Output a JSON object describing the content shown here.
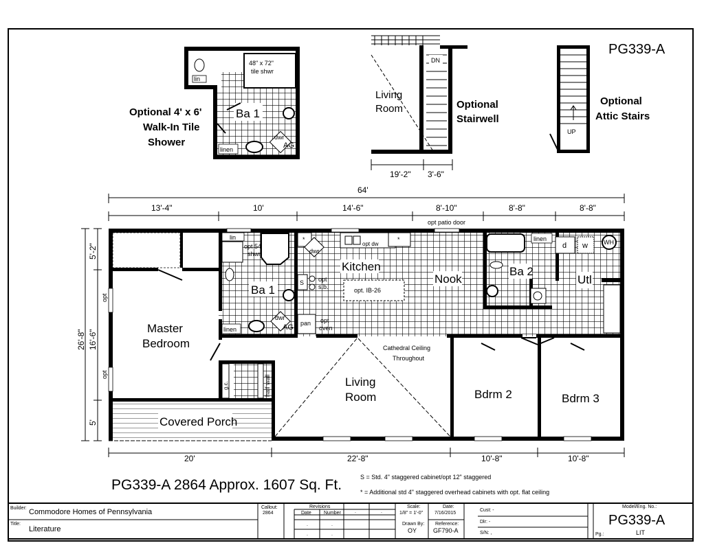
{
  "plan": {
    "model_header": "PG339-A",
    "title_line": "PG339-A 2864  Approx. 1607 Sq. Ft.",
    "notes": [
      "S = Std. 4\" staggered cabinet/opt 12\" staggered",
      "* = Additional std 4\" staggered overhead cabinets with opt. flat ceiling"
    ],
    "overall_width": "64'",
    "top_dimensions": [
      "13'-4\"",
      "10'",
      "14'-6\"",
      "8'-10\"",
      "8'-8\"",
      "8'-8\""
    ],
    "bottom_dimensions": [
      "20'",
      "22'-8\"",
      "10'-8\"",
      "10'-8\""
    ],
    "left_overall": "26'-8\"",
    "left_dimensions": [
      "5'-2\"",
      "16'-6\"",
      "5'"
    ],
    "rooms": {
      "master_bedroom": [
        "Master",
        "Bedroom"
      ],
      "bath1": "Ba 1",
      "kitchen": "Kitchen",
      "nook": "Nook",
      "bath2": "Ba 2",
      "utility": "Utl",
      "living_room": [
        "Living",
        "Room"
      ],
      "bedroom2": "Bdrm 2",
      "bedroom3": "Bdrm 3",
      "covered_porch": "Covered Porch"
    },
    "annotations": {
      "opt_patio_door": "opt patio door",
      "cathedral": [
        "Cathedral Ceiling",
        "Throughout"
      ],
      "opt_shower": [
        "opt 54\"",
        "shwr"
      ],
      "lin": "lin",
      "linen": "linen",
      "dwr": "dwr",
      "ag": "AG",
      "opt_dw": "opt dw",
      "s": "S",
      "opt_sb": [
        "opt",
        "s.b."
      ],
      "pan": "pan",
      "opt_oven": [
        "opt",
        "oven"
      ],
      "island": "opt. IB-26",
      "star": "*",
      "dryer": "d",
      "washer": "w",
      "water_heater": "WH",
      "opt": "opt",
      "gc": "g.c.",
      "half_wall": "half wall"
    }
  },
  "insets": {
    "shower": {
      "label": [
        "Optional 4' x 6'",
        "Walk-In Tile",
        "Shower"
      ],
      "tile_shower": [
        "48\" x 72\"",
        "tile shwr"
      ],
      "room": "Ba 1",
      "lin": "lin",
      "linen": "linen",
      "dwr": "dwr",
      "ag": "AG"
    },
    "stairwell": {
      "label": [
        "Optional",
        "Stairwell"
      ],
      "room": [
        "Living",
        "Room"
      ],
      "dn": "DN",
      "dims": [
        "19'-2\"",
        "3'-6\""
      ]
    },
    "attic": {
      "label": [
        "Optional",
        "Attic Stairs"
      ],
      "up": "UP"
    }
  },
  "title_block": {
    "builder_label": "Builder:",
    "builder": "Commodore Homes of Pennsylvania",
    "title_label": "Title:",
    "title": "Literature",
    "callout_label": "Callout:",
    "callout": "2864",
    "revisions_label": "Revisions",
    "date_col": "Date",
    "number_col": "Number",
    "dot": ".",
    "scale_label": "Scale:",
    "scale": "1/8\" = 1'-0\"",
    "date_label": "Date:",
    "date": "7/16/2015",
    "drawn_by_label": "Drawn By:",
    "drawn_by": "OY",
    "reference_label": "Reference:",
    "reference": "GF790-A",
    "cust": "Cust: -",
    "dlr": "Dlr:  -",
    "sn": "S/N:  ,",
    "model_label": "Model/Eng. No.:",
    "model": "PG339-A",
    "pg_label": "Pg.:",
    "pg": "LIT"
  }
}
